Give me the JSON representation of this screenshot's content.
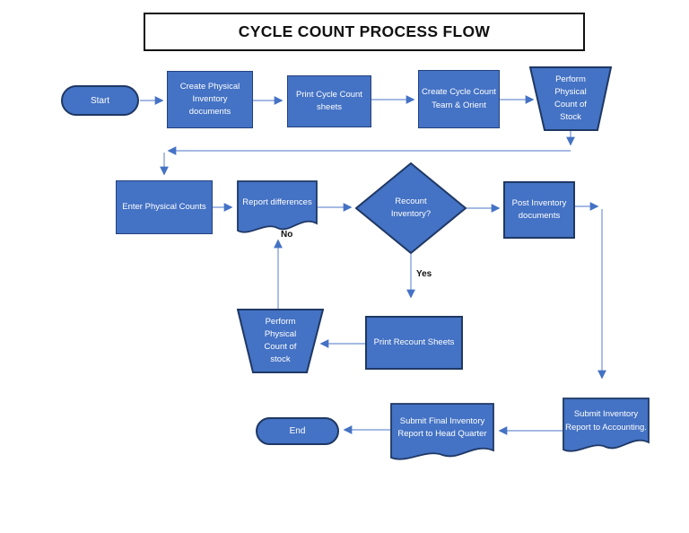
{
  "title": "CYCLE COUNT PROCESS FLOW",
  "colors": {
    "shape_fill": "#4472C4",
    "shape_border": "#1F3864",
    "connector_line": "#87A3DB",
    "arrowhead": "#4472C4",
    "title_text": "#111111",
    "shape_text": "#FFFFFF"
  },
  "diagram": {
    "nodes": [
      {
        "id": "start",
        "type": "terminator",
        "label": "Start"
      },
      {
        "id": "create-physical-inventory-documents",
        "type": "process",
        "label": "Create Physical Inventory documents"
      },
      {
        "id": "print-cycle-count-sheets",
        "type": "process",
        "label": "Print Cycle Count sheets"
      },
      {
        "id": "create-cycle-count-team-orient",
        "type": "process",
        "label": "Create Cycle Count Team & Orient"
      },
      {
        "id": "perform-physical-count-of-stock",
        "type": "manual-operation",
        "label": "Perform Physical Count of Stock"
      },
      {
        "id": "enter-physical-counts",
        "type": "process",
        "label": "Enter Physical Counts"
      },
      {
        "id": "report-differences",
        "type": "document",
        "label": "Report differences"
      },
      {
        "id": "recount-inventory",
        "type": "decision",
        "label": "Recount Inventory?"
      },
      {
        "id": "post-inventory-documents",
        "type": "process",
        "label": "Post Inventory documents"
      },
      {
        "id": "print-recount-sheets",
        "type": "process",
        "label": "Print Recount Sheets"
      },
      {
        "id": "perform-physical-count-of-stock-2",
        "type": "manual-operation",
        "label": "Perform Physical Count of stock"
      },
      {
        "id": "submit-inventory-report-accounting",
        "type": "document",
        "label": "Submit Inventory Report to Accounting."
      },
      {
        "id": "submit-final-inventory-report-hq",
        "type": "document",
        "label": "Submit Final Inventory Report to Head Quarter"
      },
      {
        "id": "end",
        "type": "terminator",
        "label": "End"
      }
    ],
    "edges": [
      {
        "from": "start",
        "to": "create-physical-inventory-documents",
        "label": ""
      },
      {
        "from": "create-physical-inventory-documents",
        "to": "print-cycle-count-sheets",
        "label": ""
      },
      {
        "from": "print-cycle-count-sheets",
        "to": "create-cycle-count-team-orient",
        "label": ""
      },
      {
        "from": "create-cycle-count-team-orient",
        "to": "perform-physical-count-of-stock",
        "label": ""
      },
      {
        "from": "perform-physical-count-of-stock",
        "to": "enter-physical-counts",
        "label": ""
      },
      {
        "from": "enter-physical-counts",
        "to": "report-differences",
        "label": ""
      },
      {
        "from": "report-differences",
        "to": "recount-inventory",
        "label": ""
      },
      {
        "from": "recount-inventory",
        "to": "post-inventory-documents",
        "label": ""
      },
      {
        "from": "recount-inventory",
        "to": "print-recount-sheets",
        "label": "Yes"
      },
      {
        "from": "print-recount-sheets",
        "to": "perform-physical-count-of-stock-2",
        "label": ""
      },
      {
        "from": "perform-physical-count-of-stock-2",
        "to": "report-differences",
        "label": "No"
      },
      {
        "from": "post-inventory-documents",
        "to": "submit-inventory-report-accounting",
        "label": ""
      },
      {
        "from": "submit-inventory-report-accounting",
        "to": "submit-final-inventory-report-hq",
        "label": ""
      },
      {
        "from": "submit-final-inventory-report-hq",
        "to": "end",
        "label": ""
      }
    ]
  }
}
